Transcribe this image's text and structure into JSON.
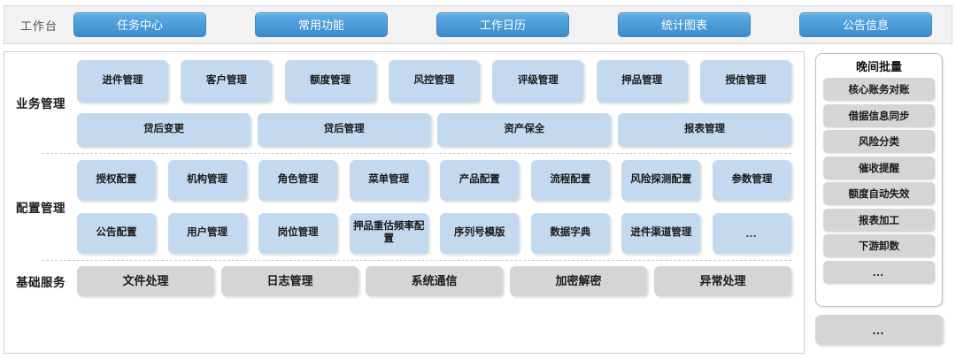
{
  "topbar": {
    "title": "工作台",
    "tabs": [
      {
        "label": "任务中心"
      },
      {
        "label": "常用功能"
      },
      {
        "label": "工作日历"
      },
      {
        "label": "统计图表"
      },
      {
        "label": "公告信息"
      }
    ],
    "background": "#f2f2f2",
    "button_color": "#4e9ed9"
  },
  "sections": {
    "business": {
      "label": "业务管理",
      "row1": [
        {
          "label": "进件管理"
        },
        {
          "label": "客户管理"
        },
        {
          "label": "额度管理"
        },
        {
          "label": "风控管理"
        },
        {
          "label": "评级管理"
        },
        {
          "label": "押品管理"
        },
        {
          "label": "授信管理"
        }
      ],
      "row2": [
        {
          "label": "贷后变更"
        },
        {
          "label": "贷后管理"
        },
        {
          "label": "资产保全"
        },
        {
          "label": "报表管理"
        }
      ]
    },
    "config": {
      "label": "配置管理",
      "row1": [
        {
          "label": "授权配置"
        },
        {
          "label": "机构管理"
        },
        {
          "label": "角色管理"
        },
        {
          "label": "菜单管理"
        },
        {
          "label": "产品配置"
        },
        {
          "label": "流程配置"
        },
        {
          "label": "风险探测配置"
        },
        {
          "label": "参数管理"
        }
      ],
      "row2": [
        {
          "label": "公告配置"
        },
        {
          "label": "用户管理"
        },
        {
          "label": "岗位管理"
        },
        {
          "label": "押品重估频率配置"
        },
        {
          "label": "序列号模版"
        },
        {
          "label": "数据字典"
        },
        {
          "label": "进件渠道管理"
        },
        {
          "label": "…"
        }
      ]
    },
    "base": {
      "label": "基础服务",
      "row1": [
        {
          "label": "文件处理"
        },
        {
          "label": "日志管理"
        },
        {
          "label": "系统通信"
        },
        {
          "label": "加密解密"
        },
        {
          "label": "异常处理"
        }
      ]
    }
  },
  "batch_panel": {
    "title": "晚间批量",
    "items": [
      {
        "label": "核心账务对账"
      },
      {
        "label": "借据信息同步"
      },
      {
        "label": "风险分类"
      },
      {
        "label": "催收提醒"
      },
      {
        "label": "额度自动失效"
      },
      {
        "label": "报表加工"
      },
      {
        "label": "下游卸数"
      },
      {
        "label": "…"
      }
    ],
    "more_label": "…"
  },
  "colors": {
    "tile_blue": "#c3d9ef",
    "tile_grey": "#d5d5d5",
    "panel_border": "#cfcfcf",
    "divider": "#c9c9c9"
  }
}
